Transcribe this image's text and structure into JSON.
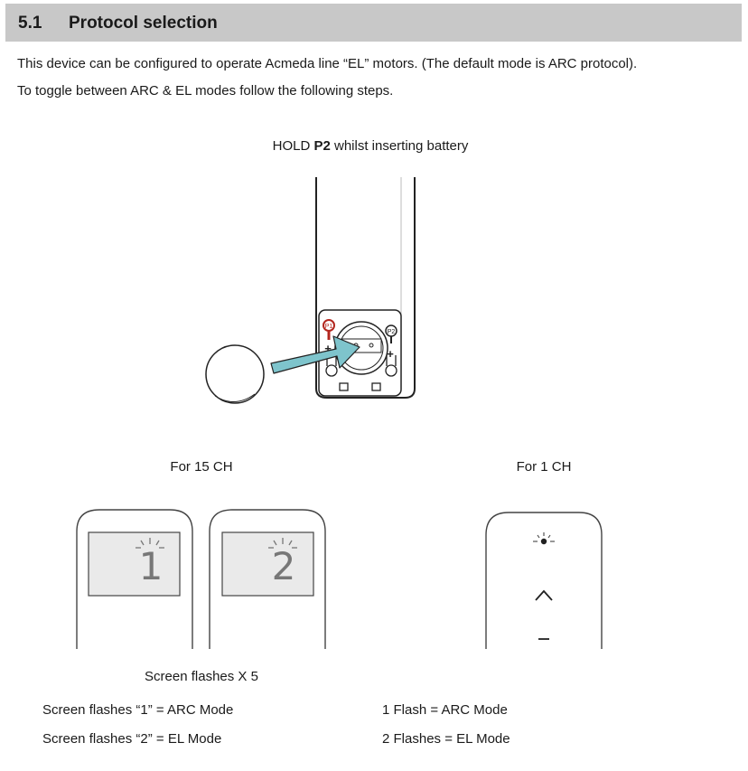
{
  "section": {
    "number": "5.1",
    "title": "Protocol selection"
  },
  "intro": {
    "line1": "This device can be configured to operate Acmeda line “EL” motors. (The default mode is ARC protocol).",
    "line2": "To toggle between ARC & EL modes follow the following steps."
  },
  "hold_instruction": {
    "prefix": "HOLD ",
    "button": "P2",
    "suffix": " whilst inserting battery"
  },
  "remote_labels": {
    "p1": "P1",
    "p2": "P2",
    "plus": "+"
  },
  "for_15ch": "For 15 CH",
  "for_1ch": "For 1 CH",
  "screen_digits": [
    "1",
    "2"
  ],
  "screen_flashes": "Screen flashes X 5",
  "modes_15ch": [
    "Screen flashes “1” = ARC Mode",
    "Screen flashes “2” = EL Mode"
  ],
  "modes_1ch": [
    "1 Flash = ARC Mode",
    "2 Flashes = EL Mode"
  ],
  "colors": {
    "header_bg": "#c8c8c8",
    "arrow": "#7ec4cc",
    "p1_red": "#b3261e"
  }
}
